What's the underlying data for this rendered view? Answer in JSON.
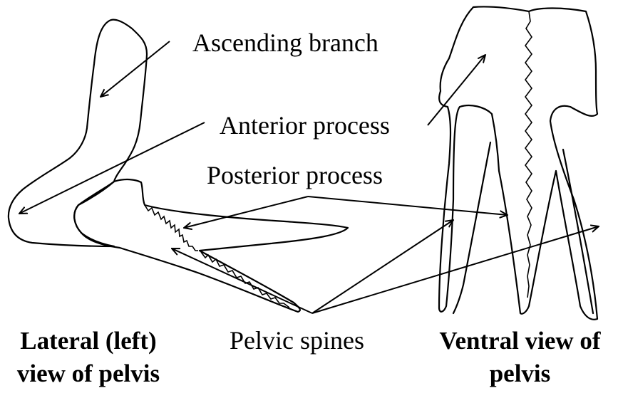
{
  "labels": {
    "ascending_branch": "Ascending branch",
    "anterior_process": "Anterior process",
    "posterior_process": "Posterior process",
    "pelvic_spines": "Pelvic spines"
  },
  "captions": {
    "lateral_line1": "Lateral (left)",
    "lateral_line2": "view of pelvis",
    "ventral_line1": "Ventral view of",
    "ventral_line2": "pelvis"
  }
}
